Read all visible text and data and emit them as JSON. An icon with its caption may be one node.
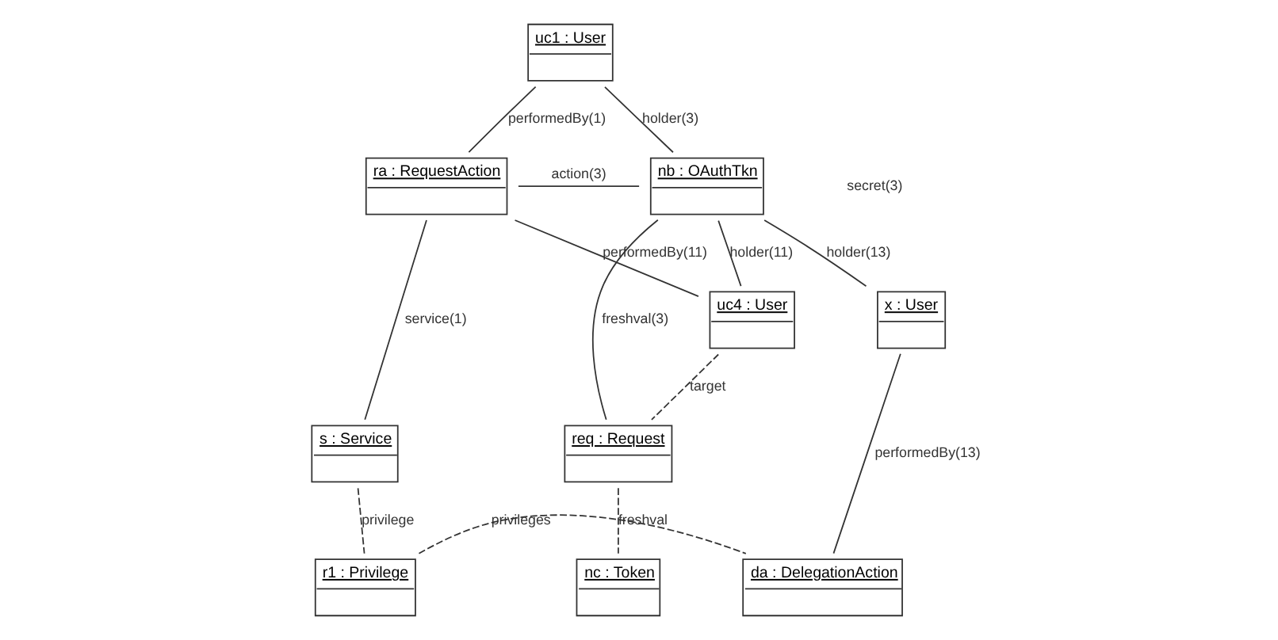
{
  "diagram": {
    "nodes": [
      {
        "text": [
          "uc1 : User"
        ]
      },
      {
        "text": [
          "ra : RequestAction"
        ]
      },
      {
        "text": [
          "nb : OAuthTkn"
        ]
      },
      {
        "text": [
          "uc4 : User"
        ]
      },
      {
        "text": [
          "x : User"
        ]
      },
      {
        "text": [
          "s : Service"
        ]
      },
      {
        "text": [
          "req : Request"
        ]
      },
      {
        "text": [
          "r1 : Privilege"
        ]
      },
      {
        "text": [
          "nc : Token"
        ]
      },
      {
        "text": [
          "da : DelegationAction"
        ]
      }
    ],
    "edges": [
      {
        "from": 1,
        "to": 0,
        "arrow": "none",
        "label": "performedBy(1)"
      },
      {
        "from": 0,
        "to": 2,
        "arrow": "none",
        "label": "holder(3)"
      },
      {
        "from": 1,
        "to": 2,
        "arrow": "none",
        "label": "action(3)"
      },
      {
        "from": 1,
        "to": 3,
        "arrow": "none",
        "label": "performedBy(11)"
      },
      {
        "from": 3,
        "to": 2,
        "arrow": "none",
        "label": "holder(11)"
      },
      {
        "from": 2,
        "to": 4,
        "arrow": "none",
        "label": "holder(13)"
      },
      {
        "from": 2,
        "to": 6,
        "arrow": "none",
        "label": "freshval(3)"
      },
      {
        "from": 1,
        "to": 5,
        "arrow": "none",
        "label": "service(1)"
      },
      {
        "from": 3,
        "to": 6,
        "arrow": "none",
        "label": "target",
        "style": "dashed"
      },
      {
        "from": 5,
        "to": 7,
        "arrow": "none",
        "label": "privilege",
        "style": "dashed"
      },
      {
        "from": 6,
        "to": 8,
        "arrow": "none",
        "label": "freshval",
        "style": "dashed"
      },
      {
        "from": 4,
        "to": 9,
        "arrow": "none",
        "label": "performedBy(13)"
      },
      {
        "from": 7,
        "to": 9,
        "arrow": "none",
        "label": "privileges",
        "style": "dashed"
      }
    ],
    "labels": [
      "secret(3)"
    ]
  }
}
